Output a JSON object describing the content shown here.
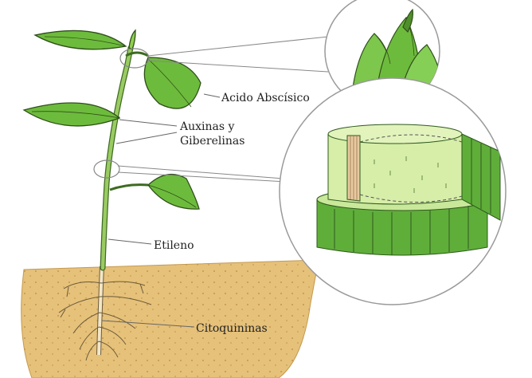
{
  "labels": {
    "abscisico": "Acido Abscísico",
    "auxinas_line1": "Auxinas y",
    "auxinas_line2": "Giberelinas",
    "etileno": "Etileno",
    "citoquininas": "Citoquininas"
  },
  "colors": {
    "leaf": "#6dbb3c",
    "leaf_dark": "#3e7d22",
    "stem": "#8cc45a",
    "soil": "#e6c17a",
    "root": "#f2e6c8",
    "cell_green": "#5fae3a",
    "cell_light": "#c9e89a",
    "outline": "#333333"
  },
  "icons": {
    "plant": "plant-illustration",
    "bud_detail": "apical-bud-magnified-icon",
    "stem_detail": "stem-cross-section-magnified-icon"
  }
}
